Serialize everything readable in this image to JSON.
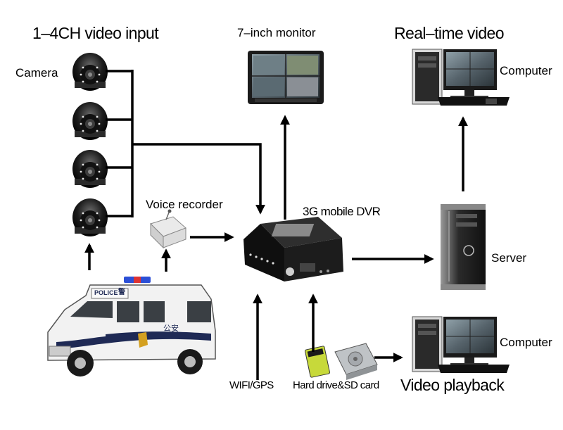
{
  "labels": {
    "video_input": "1–4CH video input",
    "camera": "Camera",
    "monitor": "7–inch monitor",
    "realtime": "Real–time video",
    "computer_top": "Computer",
    "voice_recorder": "Voice recorder",
    "dvr": "3G mobile DVR",
    "server": "Server",
    "computer_bottom": "Computer",
    "wifi_gps": "WIFI/GPS",
    "storage": "Hard drive&SD card",
    "playback": "Video playback"
  },
  "van": {
    "sign": "POLICE",
    "sign_cn": "警",
    "side_text": "公安"
  },
  "colors": {
    "line": "#000000",
    "device_dark": "#1a1a1a",
    "van_white": "#f2f2f2",
    "police_light": "#2c4fd6",
    "sd_card": "#c7d93a"
  }
}
